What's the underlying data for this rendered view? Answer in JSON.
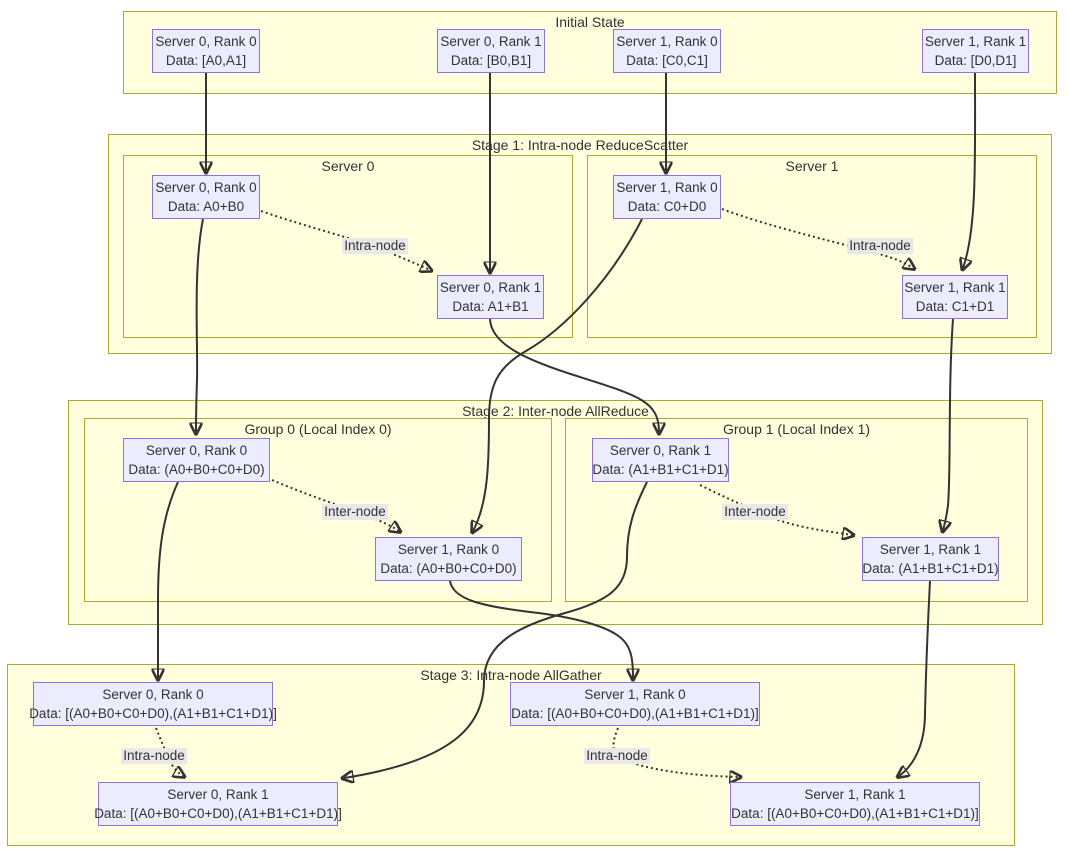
{
  "diagram": {
    "title_semantic": "Hierarchical AllReduce flow: ReduceScatter, inter-node AllReduce, AllGather",
    "colors": {
      "cluster_fill": "#ffffde",
      "cluster_border": "#aaaa33",
      "node_fill": "#ececff",
      "node_border": "#9370db",
      "edge": "#333333",
      "edge_label_bg": "#e8e8e8",
      "text": "#333333"
    },
    "clusters": [
      {
        "title": "Initial State"
      },
      {
        "title": "Stage 1: Intra-node ReduceScatter"
      },
      {
        "title": "Server 0"
      },
      {
        "title": "Server 1"
      },
      {
        "title": "Stage 2: Inter-node AllReduce"
      },
      {
        "title": "Group 0 (Local Index 0)"
      },
      {
        "title": "Group 1 (Local Index 1)"
      },
      {
        "title": "Stage 3: Intra-node AllGather"
      }
    ],
    "nodes": [
      {
        "title": "Server 0, Rank 0",
        "data": "Data: [A0,A1]"
      },
      {
        "title": "Server 0, Rank 1",
        "data": "Data: [B0,B1]"
      },
      {
        "title": "Server 1, Rank 0",
        "data": "Data: [C0,C1]"
      },
      {
        "title": "Server 1, Rank 1",
        "data": "Data: [D0,D1]"
      },
      {
        "title": "Server 0, Rank 0",
        "data": "Data: A0+B0"
      },
      {
        "title": "Server 0, Rank 1",
        "data": "Data: A1+B1"
      },
      {
        "title": "Server 1, Rank 0",
        "data": "Data: C0+D0"
      },
      {
        "title": "Server 1, Rank 1",
        "data": "Data: C1+D1"
      },
      {
        "title": "Server 0, Rank 0",
        "data": "Data: (A0+B0+C0+D0)"
      },
      {
        "title": "Server 1, Rank 0",
        "data": "Data: (A0+B0+C0+D0)"
      },
      {
        "title": "Server 0, Rank 1",
        "data": "Data: (A1+B1+C1+D1)"
      },
      {
        "title": "Server 1, Rank 1",
        "data": "Data: (A1+B1+C1+D1)"
      },
      {
        "title": "Server 0, Rank 0",
        "data": "Data: [(A0+B0+C0+D0),(A1+B1+C1+D1)]"
      },
      {
        "title": "Server 0, Rank 1",
        "data": "Data: [(A0+B0+C0+D0),(A1+B1+C1+D1)]"
      },
      {
        "title": "Server 1, Rank 0",
        "data": "Data: [(A0+B0+C0+D0),(A1+B1+C1+D1)]"
      },
      {
        "title": "Server 1, Rank 1",
        "data": "Data: [(A0+B0+C0+D0),(A1+B1+C1+D1)]"
      }
    ],
    "edge_labels": [
      {
        "text": "Intra-node"
      },
      {
        "text": "Intra-node"
      },
      {
        "text": "Inter-node"
      },
      {
        "text": "Inter-node"
      },
      {
        "text": "Intra-node"
      },
      {
        "text": "Intra-node"
      }
    ]
  }
}
